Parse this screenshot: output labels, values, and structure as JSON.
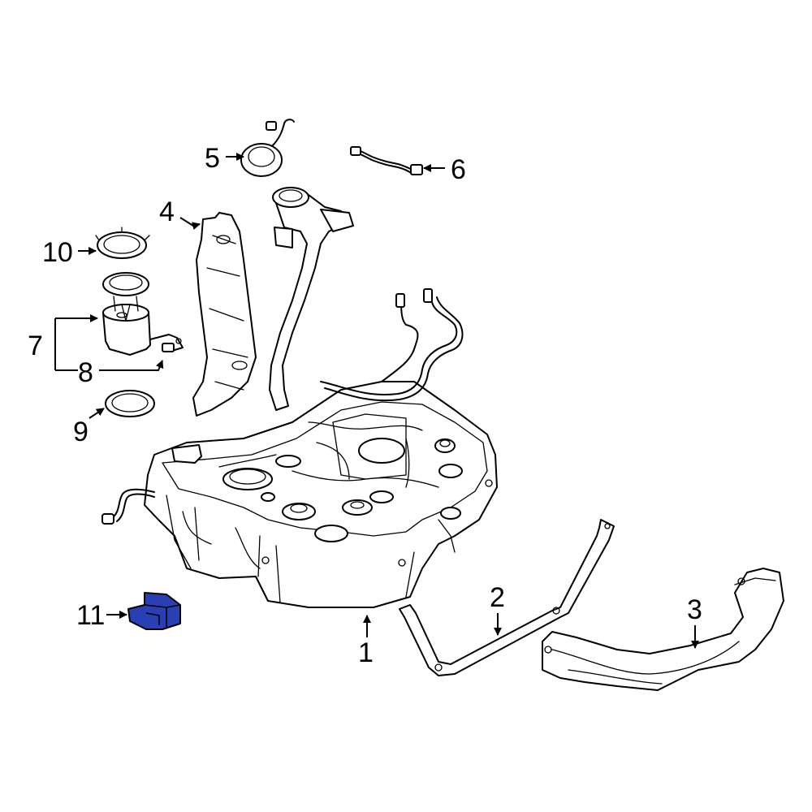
{
  "callouts": {
    "c1": "1",
    "c2": "2",
    "c3": "3",
    "c4": "4",
    "c5": "5",
    "c6": "6",
    "c7": "7",
    "c8": "8",
    "c9": "9",
    "c10": "10",
    "c11": "11"
  },
  "colors": {
    "highlight_part": "#2b3fb5",
    "line": "#000000",
    "background": "#ffffff"
  }
}
